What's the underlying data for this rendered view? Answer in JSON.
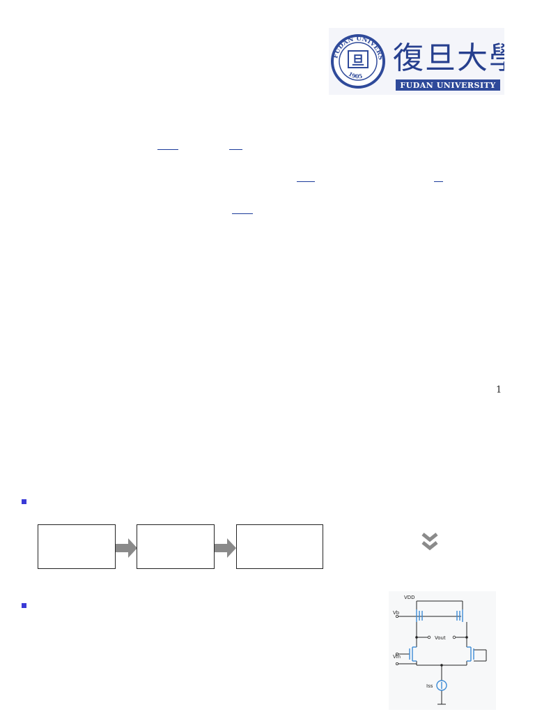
{
  "logo": {
    "seal_top_text": "FUDAN UNIVERSITY",
    "seal_center_char": "旦",
    "seal_year": "1905",
    "chinese_name": "復旦大學",
    "english_name": "FUDAN UNIVERSITY"
  },
  "page_number": "1",
  "circuit": {
    "vdd_label": "VDD",
    "vb_label": "Vb",
    "vout_label": "Vout",
    "vin_label": "Vin",
    "iss_label": "Iss"
  },
  "colors": {
    "bullet": "#3a3ad6",
    "arrow": "#8a8a8a",
    "chevron": "#8a8a8a",
    "logo_blue": "#2f4a9a",
    "circuit_blue": "#3a8ad6"
  }
}
